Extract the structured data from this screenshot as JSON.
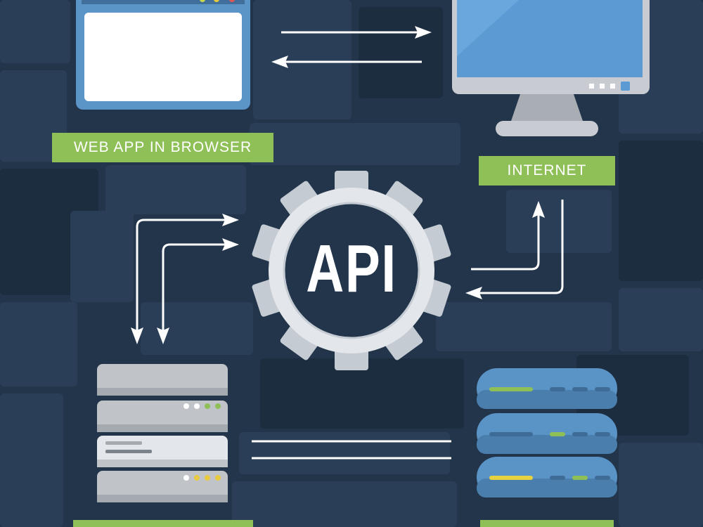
{
  "labels": {
    "browser": "WEB APP IN BROWSER",
    "internet": "INTERNET",
    "api": "API",
    "bottom_left": "",
    "bottom_right": ""
  },
  "colors": {
    "background": "#22354b",
    "tile": "#2a3f57",
    "tile_dark": "#1c2d40",
    "label_green": "#8fc057",
    "gear_light": "#e3e6ea",
    "gear_dark": "#c5cbd3",
    "server_gray": "#c0c4c9",
    "server_blue": "#5a93c5",
    "monitor_blue": "#5b9ad3"
  },
  "icons": {
    "browser": "browser-window-icon",
    "monitor": "monitor-icon",
    "gear": "gear-icon",
    "server_gray": "server-rack-icon",
    "server_blue": "database-stack-icon"
  }
}
